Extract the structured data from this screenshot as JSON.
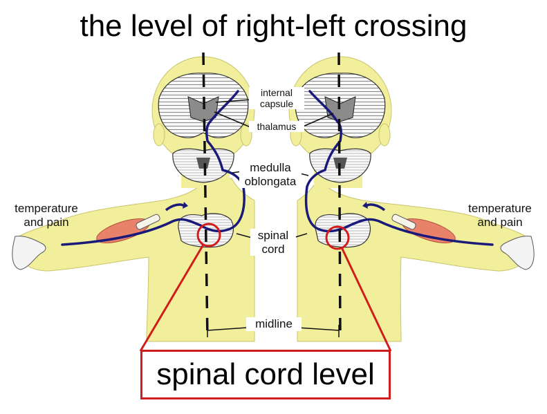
{
  "title": "the level of right-left crossing",
  "labels": {
    "internal_capsule": [
      "internal",
      "capsule"
    ],
    "thalamus": "thalamus",
    "medulla_oblongata": [
      "medulla",
      "oblongata"
    ],
    "spinal_cord": [
      "spinal",
      "cord"
    ],
    "midline": "midline",
    "temperature_and_pain": [
      "temperature",
      "and pain"
    ]
  },
  "bottom_label": "spinal cord level",
  "colors": {
    "skin": "#f1ef9c",
    "skin_outline": "#c9c46a",
    "tract": "#1a1a7a",
    "highlight": "#d01c1c",
    "muscle": "#e8826a",
    "brain_fill": "#f4f4f4"
  }
}
